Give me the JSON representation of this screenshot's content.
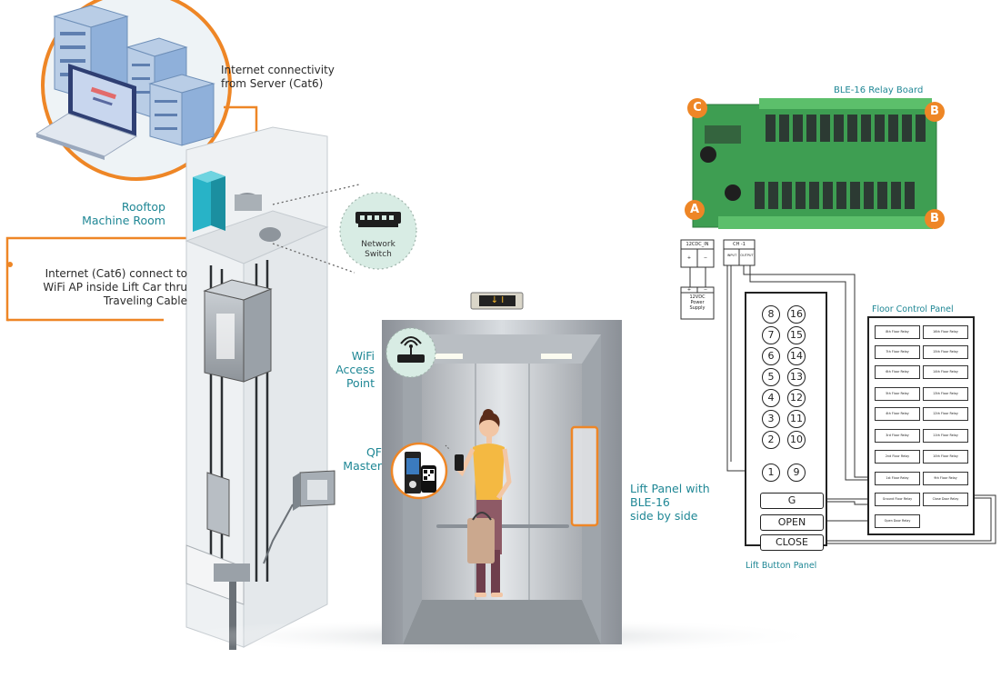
{
  "labels": {
    "internet_server_line1": "Internet connectivity",
    "internet_server_line2": "from Server (Cat6)",
    "rooftop_line1": "Rooftop",
    "rooftop_line2": "Machine Room",
    "cat6_line1": "Internet (Cat6) connect to",
    "cat6_line2": "WiFi AP inside Lift Car thru",
    "cat6_line3": "Traveling Cable",
    "network_switch_line1": "Network",
    "network_switch_line2": "Switch",
    "wifi_line1": "WiFi",
    "wifi_line2": "Access",
    "wifi_line3": "Point",
    "qf_line1": "QF",
    "qf_line2": "Master",
    "lift_panel_line1": "Lift Panel with",
    "lift_panel_line2": "BLE-16",
    "lift_panel_line3": "side by side",
    "relay_board_title": "BLE-16 Relay Board",
    "floor_control_title": "Floor Control Panel",
    "lift_button_title": "Lift Button Panel",
    "terminal_12vdc": "12CDC_IN",
    "terminal_ch1": "CH -1",
    "ch1_pin1": "INPUT",
    "ch1_pin2": "OUTPUT",
    "plus": "+",
    "minus": "−",
    "psu_line1": "12VDC",
    "psu_line2": "Power",
    "psu_line3": "Supply",
    "floor_indicator": "↓ I"
  },
  "badges": {
    "a": "A",
    "b": "B",
    "c": "C"
  },
  "button_panel": {
    "left": [
      "8",
      "7",
      "6",
      "5",
      "4",
      "3",
      "2",
      "1"
    ],
    "right": [
      "16",
      "15",
      "14",
      "13",
      "12",
      "11",
      "10",
      "9"
    ],
    "g": "G",
    "open": "OPEN",
    "close": "CLOSE"
  },
  "floor_relays": {
    "left": [
      "8th Floor Relay",
      "7th Floor Relay",
      "6th Floor Relay",
      "5th Floor Relay",
      "4th Floor Relay",
      "3rd Floor Relay",
      "2nd Floor Relay",
      "1st Floor Relay",
      "Ground Floor Relay",
      "Open Door Relay"
    ],
    "right": [
      "16th Floor Relay",
      "15th Floor Relay",
      "14th Floor Relay",
      "13th Floor Relay",
      "12th Floor Relay",
      "11th Floor Relay",
      "10th Floor Relay",
      "9th Floor Relay",
      "Close Door Relay"
    ]
  },
  "colors": {
    "accent_orange": "#ee8626",
    "teal_text": "#1f8795",
    "board_green": "#3e9e52",
    "relay_dark": "#2c3a33",
    "wall_glass": "#e9ecef",
    "steel": "#9aa0a6",
    "dotted_circle": "#d8ece4"
  }
}
